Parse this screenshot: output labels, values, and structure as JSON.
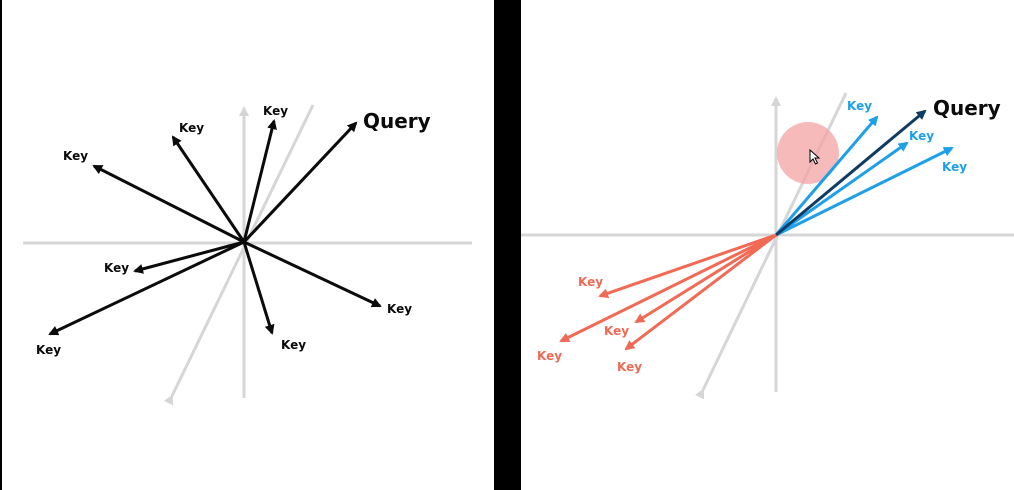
{
  "colors": {
    "background": "#000000",
    "panel": "#ffffff",
    "axis": "#d6d6d6",
    "vector_dark": "#0b0b0b",
    "query_blue": "#103c63",
    "key_blue": "#1ea0e8",
    "key_red": "#f06a55",
    "highlight": "#f3a3a3"
  },
  "left_panel": {
    "query_label": "Query",
    "key_labels": [
      "Key",
      "Key",
      "Key",
      "Key",
      "Key",
      "Key",
      "Key"
    ]
  },
  "right_panel": {
    "query_label": "Query",
    "aligned_key_labels": [
      "Key",
      "Key",
      "Key"
    ],
    "opposed_key_labels": [
      "Key",
      "Key",
      "Key",
      "Key"
    ]
  },
  "cursor_icon": "mouse-pointer-icon"
}
